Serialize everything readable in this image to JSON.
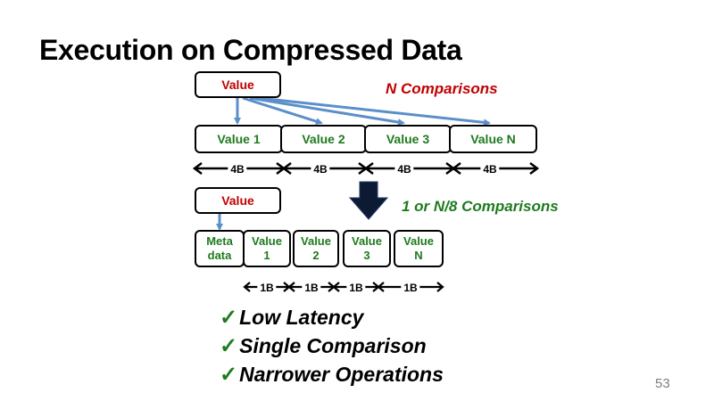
{
  "slide": {
    "title": "Execution on Compressed Data",
    "page_number": "53"
  },
  "top_section": {
    "value_box": "Value",
    "comparisons_label": "N Comparisons",
    "cells": [
      "Value 1",
      "Value 2",
      "Value 3",
      "Value N"
    ],
    "width_labels": [
      "4B",
      "4B",
      "4B",
      "4B"
    ]
  },
  "bottom_section": {
    "value_box": "Value",
    "comparisons_label": "1 or N/8 Comparisons",
    "meta_cell": {
      "line1": "Meta",
      "line2": "data"
    },
    "cells": [
      {
        "line1": "Value",
        "line2": "1"
      },
      {
        "line1": "Value",
        "line2": "2"
      },
      {
        "line1": "Value",
        "line2": "3"
      },
      {
        "line1": "Value",
        "line2": "N"
      }
    ],
    "width_labels": [
      "1B",
      "1B",
      "1B",
      "1B"
    ]
  },
  "benefits": [
    "Low Latency",
    "Single Comparison",
    "Narrower Operations"
  ],
  "colors": {
    "value_text": "#c00000",
    "cell_text": "#1f7a1f",
    "arrow_blue": "#5b8fc9",
    "transition_arrow": "#0d1a33"
  },
  "icons": {
    "check": "✓",
    "transition": "down-arrow-icon"
  }
}
